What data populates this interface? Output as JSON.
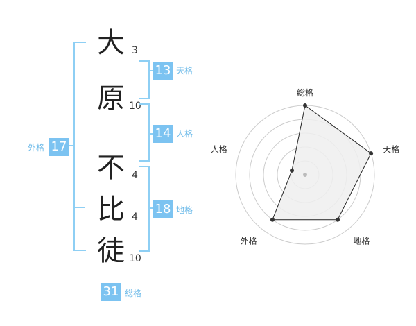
{
  "name": {
    "chars": [
      {
        "char": "大",
        "strokes": "3"
      },
      {
        "char": "原",
        "strokes": "10"
      },
      {
        "char": "不",
        "strokes": "4"
      },
      {
        "char": "比",
        "strokes": "4"
      },
      {
        "char": "徒",
        "strokes": "10"
      }
    ]
  },
  "kaku": {
    "tenkaku": {
      "value": "13",
      "label": "天格"
    },
    "jinkaku": {
      "value": "14",
      "label": "人格"
    },
    "chikaku": {
      "value": "18",
      "label": "地格"
    },
    "gaikaku": {
      "value": "17",
      "label": "外格"
    },
    "soukaku": {
      "value": "31",
      "label": "総格"
    }
  },
  "chart_data": {
    "type": "radar",
    "axes": [
      "総格",
      "天格",
      "地格",
      "外格",
      "人格"
    ],
    "values": [
      5,
      5,
      4,
      4,
      1
    ],
    "max": 5,
    "grid": true,
    "rings": 5
  }
}
